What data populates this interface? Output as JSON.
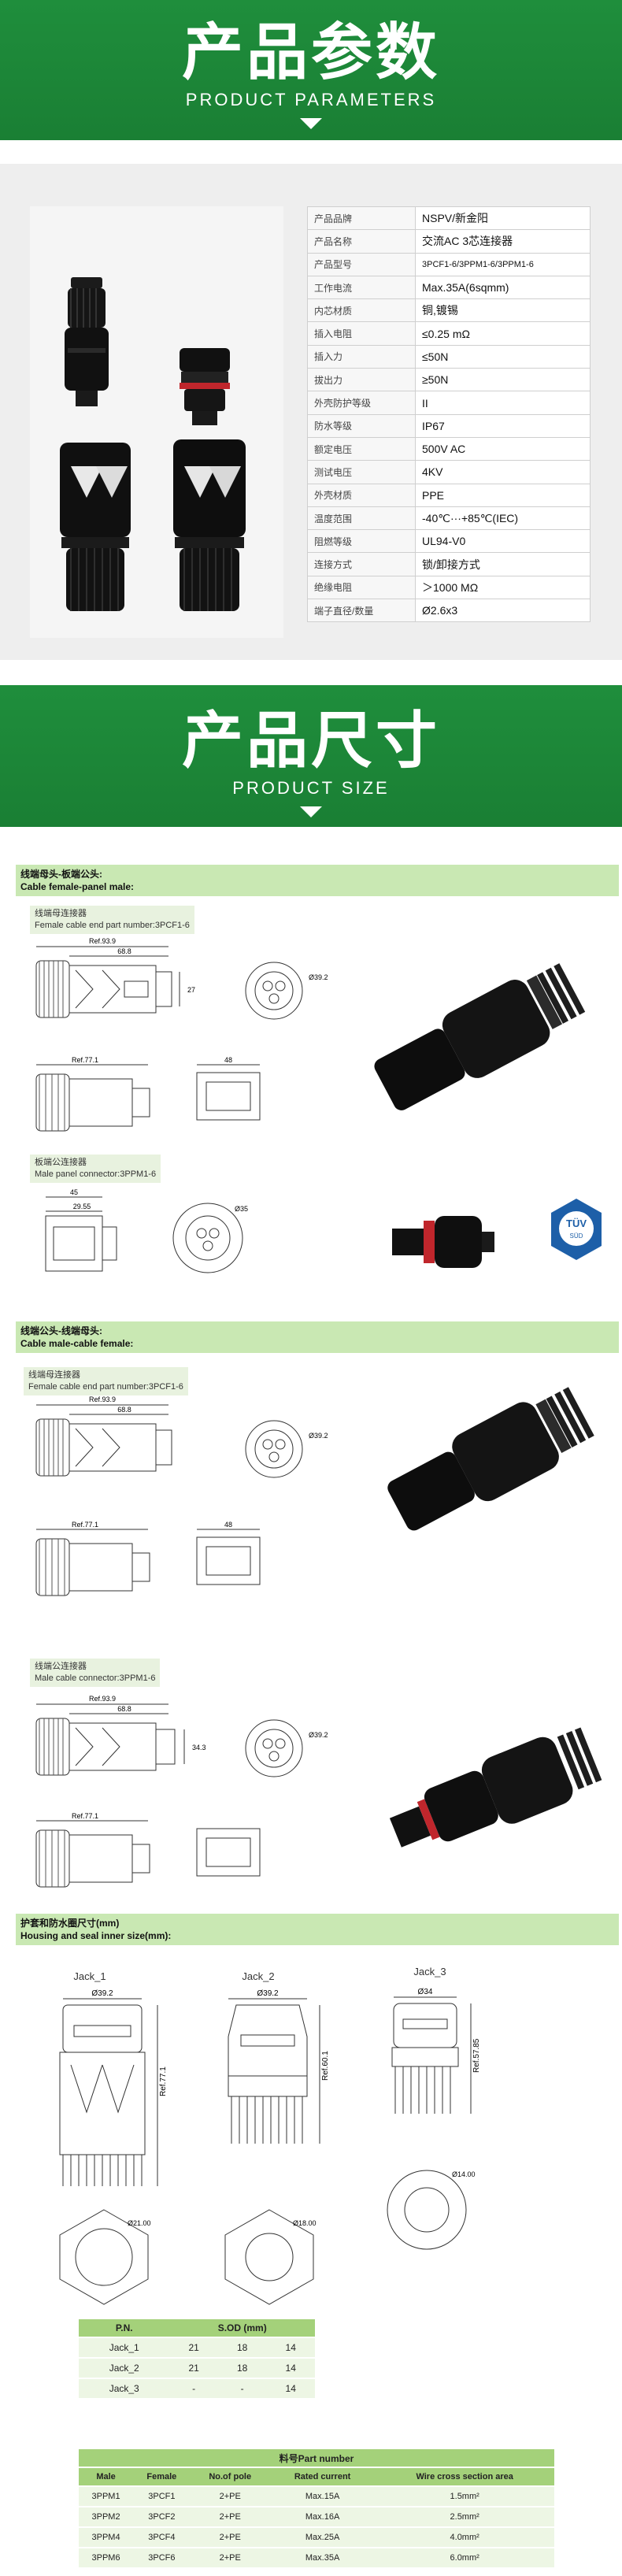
{
  "section1": {
    "title_cn": "产品参数",
    "title_en": "PRODUCT PARAMETERS"
  },
  "params": [
    {
      "k": "产品品牌",
      "v": "NSPV/新金阳"
    },
    {
      "k": "产品名称",
      "v": "交流AC 3芯连接器"
    },
    {
      "k": "产品型号",
      "v": "3PCF1-6/3PPM1-6/3PPM1-6"
    },
    {
      "k": "工作电流",
      "v": "Max.35A(6sqmm)"
    },
    {
      "k": "内芯材质",
      "v": "铜,镀锡"
    },
    {
      "k": "插入电阻",
      "v": "≤0.25 mΩ"
    },
    {
      "k": "插入力",
      "v": "≤50N"
    },
    {
      "k": "拔出力",
      "v": "≥50N"
    },
    {
      "k": "外壳防护等级",
      "v": "II"
    },
    {
      "k": "防水等级",
      "v": "IP67"
    },
    {
      "k": "额定电压",
      "v": "500V AC"
    },
    {
      "k": "测试电压",
      "v": "4KV"
    },
    {
      "k": "外壳材质",
      "v": "PPE"
    },
    {
      "k": "温度范围",
      "v": "-40℃···+85℃(IEC)"
    },
    {
      "k": "阻燃等级",
      "v": "UL94-V0"
    },
    {
      "k": "连接方式",
      "v": "锁/卸接方式"
    },
    {
      "k": "绝缘电阻",
      "v": "＞1000 MΩ"
    },
    {
      "k": "端子直径/数量",
      "v": "Ø2.6x3"
    }
  ],
  "section2": {
    "title_cn": "产品尺寸",
    "title_en": "PRODUCT SIZE"
  },
  "bars": {
    "b1_cn": "线端母头-板端公头:",
    "b1_en": "Cable female-panel male:",
    "b2_cn": "线端公头-线端母头:",
    "b2_en": "Cable male-cable female:",
    "b3_cn": "护套和防水圈尺寸(mm)",
    "b3_en": "Housing and seal inner size(mm):"
  },
  "labels": {
    "l1_cn": "线端母连接器",
    "l1_en": "Female cable end part number:3PCF1-6",
    "l2_cn": "板端公连接器",
    "l2_en": "Male panel connector:3PPM1-6",
    "l3_cn": "线端母连接器",
    "l3_en": "Female cable end part number:3PCF1-6",
    "l4_cn": "线端公连接器",
    "l4_en": "Male cable connector:3PPM1-6"
  },
  "dims": {
    "d93": "Ref.93.9",
    "d68": "68.8",
    "d27": "27",
    "d392": "Ø39.2",
    "d771": "Ref.77.1",
    "d48": "48",
    "d45": "45",
    "d2955": "29.55",
    "d35": "Ø35",
    "d343": "34.3"
  },
  "tuv": {
    "top": "TÜV",
    "bottom": "SÜD"
  },
  "jacks": {
    "j1": "Jack_1",
    "j2": "Jack_2",
    "j3": "Jack_3",
    "j1_w": "Ø39.2",
    "j2_w": "Ø39.2",
    "j3_w": "Ø34",
    "j1_h": "Ref.77.1",
    "j2_h": "Ref.60.1",
    "j3_h": "Ref.57.85",
    "j1_d": "Ø21.00",
    "j2_d": "Ø18.00",
    "j3_d": "Ø14.00"
  },
  "sod": {
    "h1": "P.N.",
    "h2": "S.OD    (mm)",
    "rows": [
      [
        "Jack_1",
        "21",
        "18",
        "14"
      ],
      [
        "Jack_2",
        "21",
        "18",
        "14"
      ],
      [
        "Jack_3",
        "-",
        "-",
        "14"
      ]
    ]
  },
  "pn": {
    "title": "料号Part number",
    "headers": [
      "Male",
      "Female",
      "No.of pole",
      "Rated current",
      "Wire cross section area"
    ],
    "rows": [
      [
        "3PPM1",
        "3PCF1",
        "2+PE",
        "Max.15A",
        "1.5mm²"
      ],
      [
        "3PPM2",
        "3PCF2",
        "2+PE",
        "Max.16A",
        "2.5mm²"
      ],
      [
        "3PPM4",
        "3PCF4",
        "2+PE",
        "Max.25A",
        "4.0mm²"
      ],
      [
        "3PPM6",
        "3PCF6",
        "2+PE",
        "Max.35A",
        "6.0mm²"
      ]
    ]
  },
  "colors": {
    "green": "#1f8e3c",
    "light_green": "#c9e8b3",
    "table_head": "#a4d17a"
  }
}
